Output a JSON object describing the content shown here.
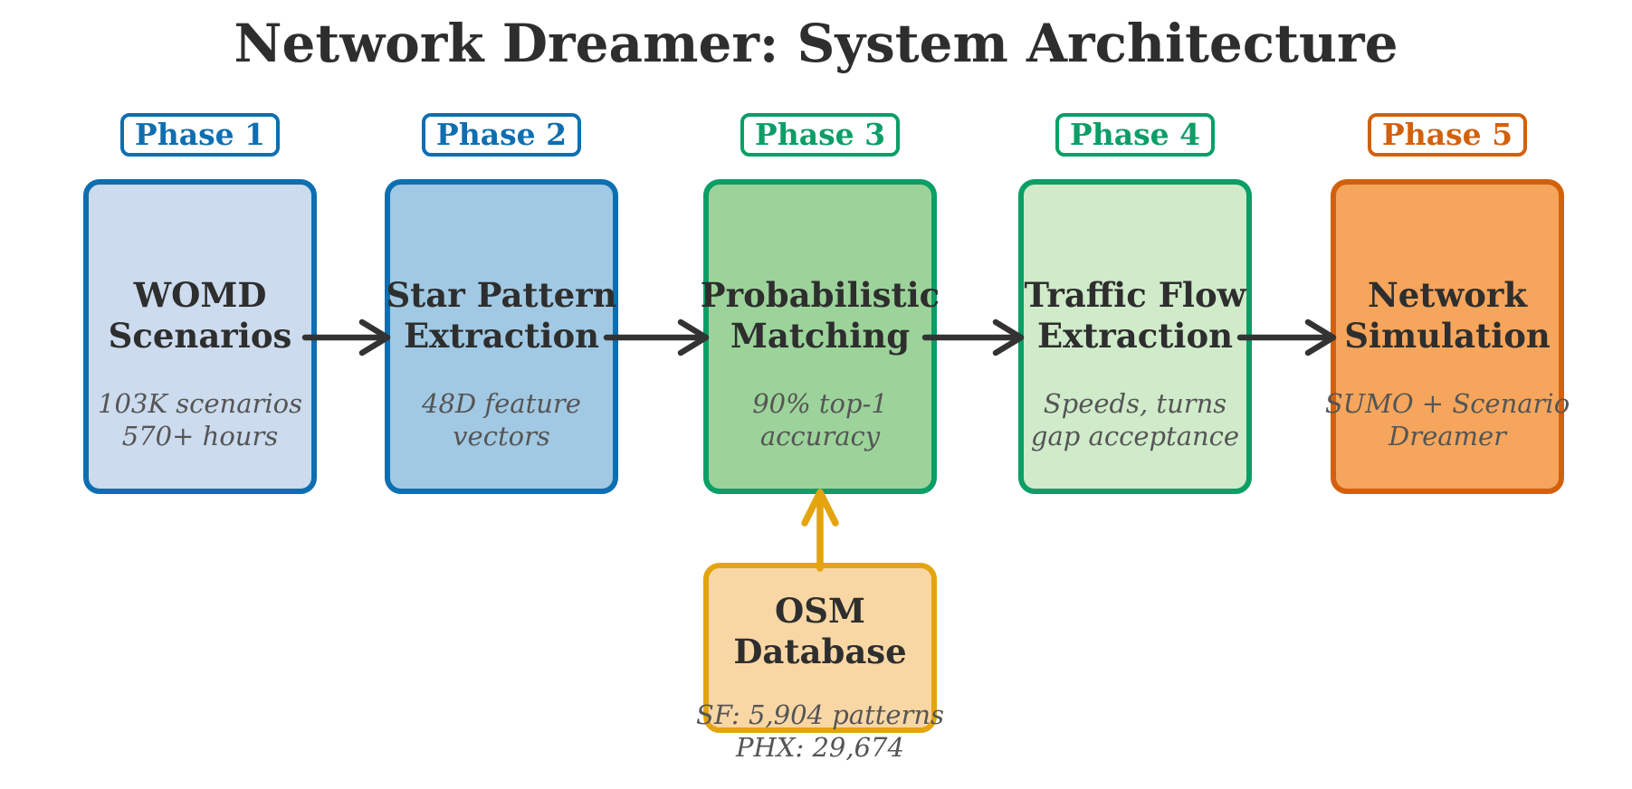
{
  "title": "Network Dreamer: System Architecture",
  "colors": {
    "blue_accent": "#0d6fb1",
    "green_accent": "#0b9e66",
    "orange_accent": "#d2610e",
    "gold_accent": "#e3a40e",
    "flow_arrow": "#333333",
    "phase1_fill": "#ccdbee",
    "phase2_fill": "#a1c9e3",
    "phase3_fill": "#9cd39a",
    "phase4_fill": "#cfebc9",
    "phase5_fill": "#f6a55c",
    "osm_fill": "#f9d7a5"
  },
  "phases": [
    {
      "label": "Phase 1",
      "title": "WOMD\nScenarios",
      "subtitle": "103K scenarios\n570+ hours"
    },
    {
      "label": "Phase 2",
      "title": "Star Pattern\nExtraction",
      "subtitle": "48D feature\nvectors"
    },
    {
      "label": "Phase 3",
      "title": "Probabilistic\nMatching",
      "subtitle": "90% top-1\naccuracy"
    },
    {
      "label": "Phase 4",
      "title": "Traffic Flow\nExtraction",
      "subtitle": "Speeds, turns\ngap acceptance"
    },
    {
      "label": "Phase 5",
      "title": "Network\nSimulation",
      "subtitle": "SUMO + Scenario\nDreamer"
    }
  ],
  "osm": {
    "title": "OSM\nDatabase",
    "subtitle": "SF: 5,904 patterns\nPHX: 29,674"
  }
}
